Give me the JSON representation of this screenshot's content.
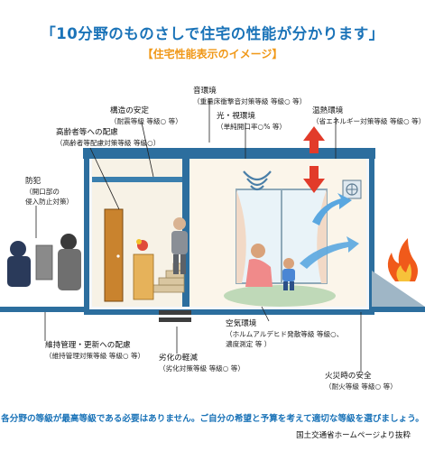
{
  "header": {
    "title": "「10分野のものさしで住宅の性能が分かります」",
    "subtitle": "【住宅性能表示のイメージ】"
  },
  "labels": {
    "sound": {
      "title": "音環境",
      "sub": "（重量床衝撃音対策等級 等級○ 等）"
    },
    "structure": {
      "title": "構造の安定",
      "sub": "（耐震等級 等級○ 等）"
    },
    "light": {
      "title": "光・視環境",
      "sub": "（単純開口率○% 等）"
    },
    "thermal": {
      "title": "温熱環境",
      "sub": "（省エネルギー対策等級 等級○ 等）"
    },
    "elderly": {
      "title": "高齢者等への配慮",
      "sub": "（高齢者等配慮対策等級 等級○）"
    },
    "crime": {
      "title": "防犯",
      "sub1": "（開口部の",
      "sub2": "侵入防止対策）"
    },
    "air": {
      "title": "空気環境",
      "sub1": "（ホルムアルデヒド発散等級 等級○、",
      "sub2": "濃度測定 等 ）"
    },
    "maintenance": {
      "title": "維持管理・更新への配慮",
      "sub": "（維持管理対策等級 等級○ 等）"
    },
    "deterioration": {
      "title": "劣化の軽減",
      "sub": "（劣化対策等級 等級○ 等）"
    },
    "fire": {
      "title": "火災時の安全",
      "sub": "（耐火等級 等級○ 等）"
    }
  },
  "footer": {
    "note": "各分野の等級が最高等級である必要はありません。ご自分の希望と予算を考えて適切な等級を選びましょう。",
    "source": "国土交通省ホームページより抜粋"
  },
  "colors": {
    "title": "#1a73b8",
    "subtitle": "#f09818",
    "house_frame": "#2c6e9e",
    "wall": "#f4f7fa",
    "arrow_red": "#e23b2a",
    "arrow_blue": "#5aa7e0",
    "fire": "#f05a1a"
  },
  "icons": [
    "heat-arrow-icon",
    "airflow-arrow-icon",
    "fire-icon",
    "ventilation-fan-icon",
    "light-waves-icon"
  ]
}
